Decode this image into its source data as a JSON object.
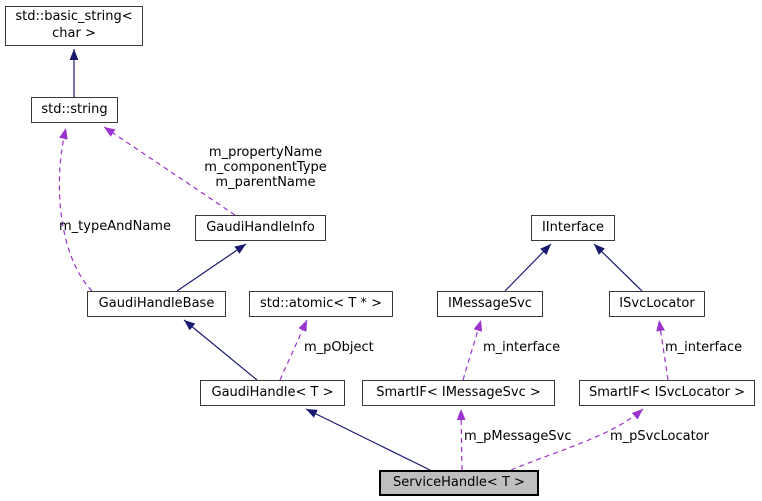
{
  "diagram": {
    "kind": "class-collaboration-graph",
    "colors": {
      "background": "#ffffff",
      "inheritance_edge": "#191970",
      "usage_edge": "#9a32cd",
      "node_border": "#3a3a3a",
      "highlight_node_fill": "#bfbfbf",
      "highlight_node_border": "#000000",
      "text": "#000000"
    },
    "nodes": {
      "basic_string": {
        "label": "std::basic_string<\nchar >"
      },
      "std_string": {
        "label": "std::string"
      },
      "gaudi_handle_info": {
        "label": "GaudiHandleInfo"
      },
      "gaudi_handle_base": {
        "label": "GaudiHandleBase"
      },
      "std_atomic": {
        "label": "std::atomic< T * >"
      },
      "iinterface": {
        "label": "IInterface"
      },
      "imessagesvc": {
        "label": "IMessageSvc"
      },
      "isvclocator": {
        "label": "ISvcLocator"
      },
      "gaudi_handle": {
        "label": "GaudiHandle< T >"
      },
      "smartif_imessagesvc": {
        "label": "SmartIF< IMessageSvc >"
      },
      "smartif_isvclocator": {
        "label": "SmartIF< ISvcLocator >"
      },
      "service_handle": {
        "label": "ServiceHandle< T >",
        "highlighted": true
      }
    },
    "edge_labels": {
      "property_group": "m_propertyName\nm_componentType\nm_parentName",
      "type_and_name": "m_typeAndName",
      "p_object": "m_pObject",
      "interface_left": "m_interface",
      "interface_right": "m_interface",
      "p_message_svc": "m_pMessageSvc",
      "p_svc_locator": "m_pSvcLocator"
    },
    "edges": [
      {
        "type": "inheritance",
        "from": "std_string",
        "to": "basic_string"
      },
      {
        "type": "inheritance",
        "from": "gaudi_handle_base",
        "to": "gaudi_handle_info"
      },
      {
        "type": "inheritance",
        "from": "gaudi_handle",
        "to": "gaudi_handle_base"
      },
      {
        "type": "inheritance",
        "from": "service_handle",
        "to": "gaudi_handle"
      },
      {
        "type": "inheritance",
        "from": "imessagesvc",
        "to": "iinterface"
      },
      {
        "type": "inheritance",
        "from": "isvclocator",
        "to": "iinterface"
      },
      {
        "type": "usage",
        "from": "gaudi_handle_info",
        "to": "std_string",
        "label": "m_propertyName\nm_componentType\nm_parentName"
      },
      {
        "type": "usage",
        "from": "gaudi_handle_base",
        "to": "std_string",
        "label": "m_typeAndName"
      },
      {
        "type": "usage",
        "from": "gaudi_handle",
        "to": "std_atomic",
        "label": "m_pObject"
      },
      {
        "type": "usage",
        "from": "smartif_imessagesvc",
        "to": "imessagesvc",
        "label": "m_interface"
      },
      {
        "type": "usage",
        "from": "smartif_isvclocator",
        "to": "isvclocator",
        "label": "m_interface"
      },
      {
        "type": "usage",
        "from": "service_handle",
        "to": "smartif_imessagesvc",
        "label": "m_pMessageSvc"
      },
      {
        "type": "usage",
        "from": "service_handle",
        "to": "smartif_isvclocator",
        "label": "m_pSvcLocator"
      }
    ]
  }
}
